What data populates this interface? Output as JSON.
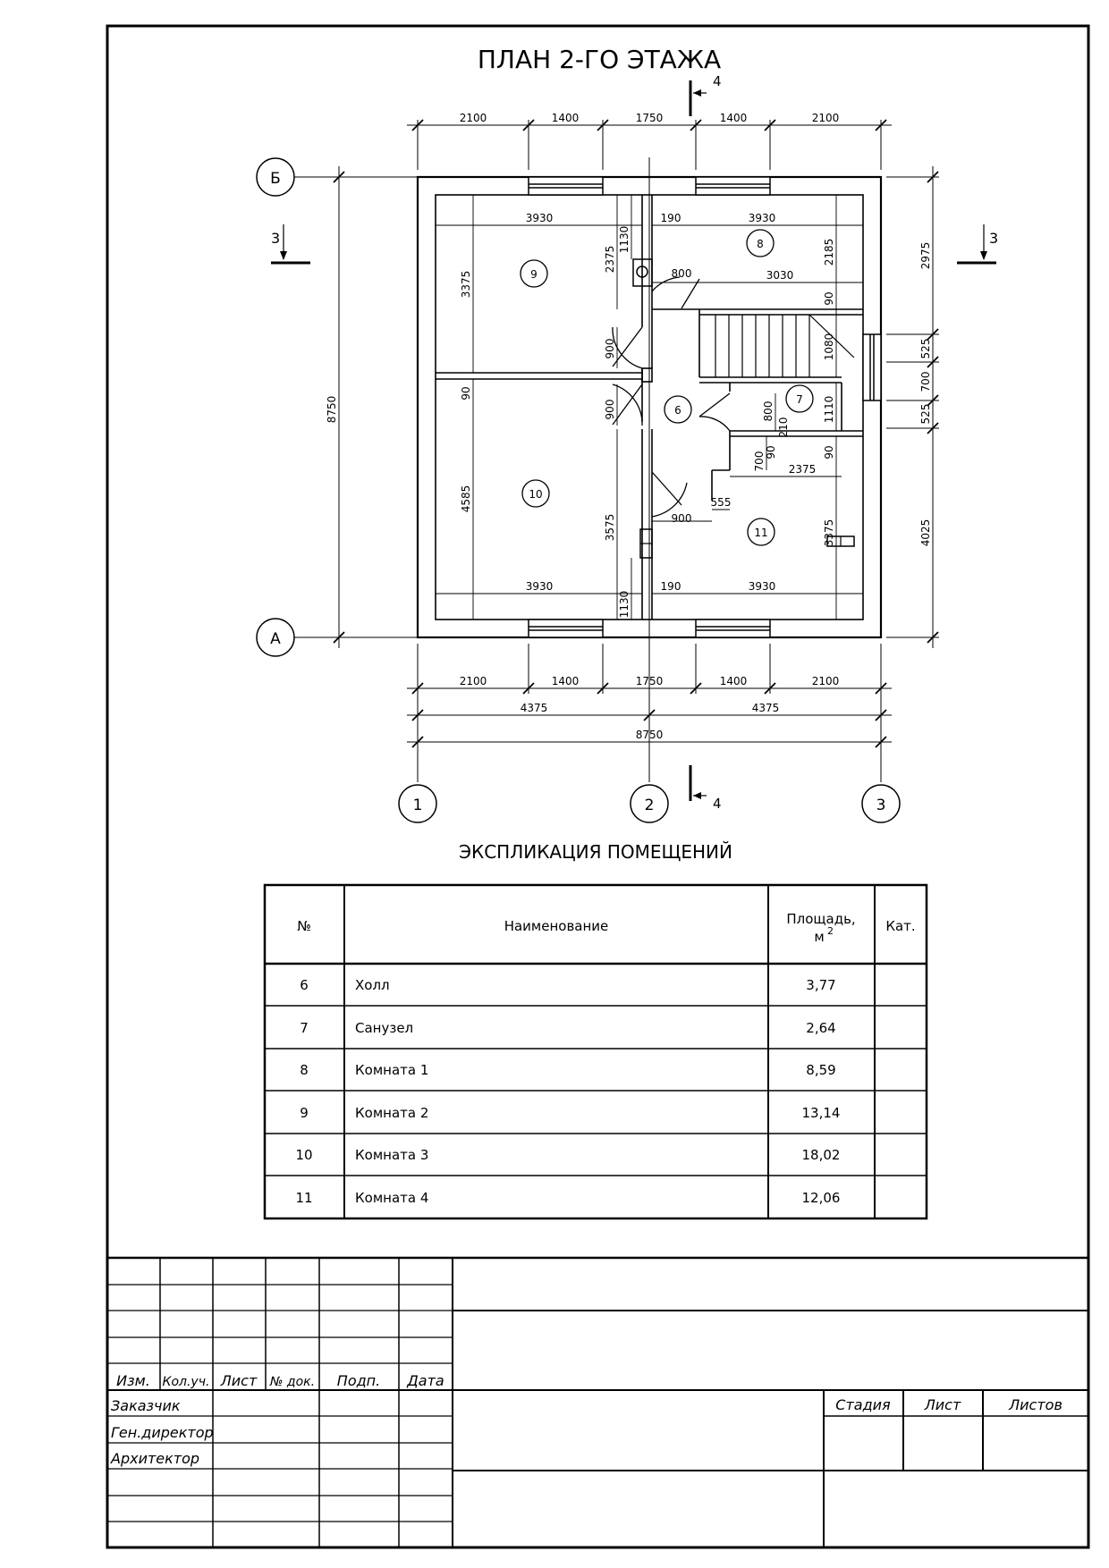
{
  "plan": {
    "title": "ПЛАН 2-ГО ЭТАЖА",
    "section_marks": {
      "vertical": "4",
      "horizontal": "3"
    },
    "axes": {
      "rows": [
        "Б",
        "А"
      ],
      "columns": [
        "1",
        "2",
        "3"
      ]
    },
    "dims_top": [
      "2100",
      "1400",
      "1750",
      "1400",
      "2100"
    ],
    "dims_bottom": [
      "2100",
      "1400",
      "1750",
      "1400",
      "2100"
    ],
    "dims_bottom_half": [
      "4375",
      "4375"
    ],
    "dims_bottom_total": "8750",
    "dim_left_total": "8750",
    "dims_right": [
      "2975",
      "525",
      "700",
      "525",
      "4025"
    ],
    "room_tags": [
      "9",
      "8",
      "6",
      "7",
      "10",
      "11"
    ],
    "interior_dims": {
      "r9_width": "3930",
      "r9_height": "3375",
      "r8_width": "3930",
      "r8_height": "2185",
      "r10_width": "3930",
      "r10_height": "4585",
      "r11_width": "3930",
      "r11_height": "3375",
      "col_top": "2375",
      "shaft_top": "1130",
      "wall_top": "190",
      "stair_w": "3030",
      "door_top": "800",
      "wall_90_a": "90",
      "wall_90_b": "90",
      "wall_90_c": "90",
      "wall_90_d": "90",
      "stair_h": "1080",
      "door_9": "900",
      "door_10": "900",
      "door_wc": "800",
      "wc_h": "1110",
      "wc_gap": "210",
      "wc_w": "2375",
      "wc_700": "700",
      "door_11": "900",
      "jog_555": "555",
      "col_bottom": "3575",
      "shaft_bottom": "1130",
      "wall_bottom": "190"
    }
  },
  "explication": {
    "title": "ЭКСПЛИКАЦИЯ ПОМЕЩЕНИЙ",
    "headers": {
      "num": "№",
      "name": "Наименование",
      "area": "Площадь,",
      "area_unit": "м",
      "area_sup": "2",
      "cat": "Кат."
    },
    "rows": [
      {
        "num": "6",
        "name": "Холл",
        "area": "3,77",
        "cat": ""
      },
      {
        "num": "7",
        "name": "Санузел",
        "area": "2,64",
        "cat": ""
      },
      {
        "num": "8",
        "name": "Комната 1",
        "area": "8,59",
        "cat": ""
      },
      {
        "num": "9",
        "name": "Комната 2",
        "area": "13,14",
        "cat": ""
      },
      {
        "num": "10",
        "name": "Комната 3",
        "area": "18,02",
        "cat": ""
      },
      {
        "num": "11",
        "name": "Комната 4",
        "area": "12,06",
        "cat": ""
      }
    ]
  },
  "title_block": {
    "columns": [
      "Изм.",
      "Кол.уч.",
      "Лист",
      "№ док.",
      "Подп.",
      "Дата"
    ],
    "roles": [
      "Заказчик",
      "Ген.директор",
      "Архитектор"
    ],
    "stage_headers": [
      "Стадия",
      "Лист",
      "Листов"
    ]
  }
}
